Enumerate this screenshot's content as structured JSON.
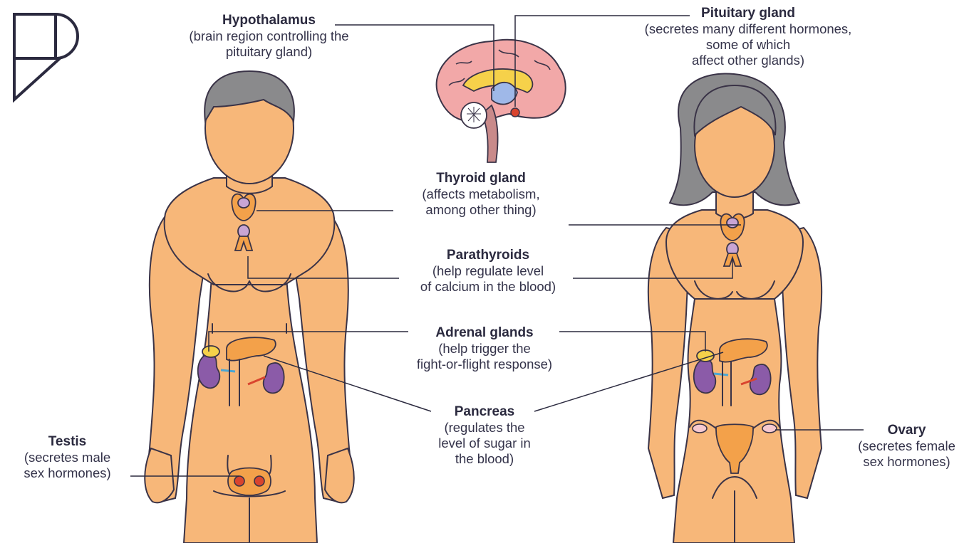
{
  "labels": {
    "hypothalamus": {
      "title": "Hypothalamus",
      "desc": "(brain region controlling the\npituitary gland)"
    },
    "pituitary": {
      "title": "Pituitary gland",
      "desc": "(secretes many different hormones,\nsome of which\naffect other glands)"
    },
    "thyroid": {
      "title": "Thyroid gland",
      "desc": "(affects metabolism,\namong other thing)"
    },
    "parathyroids": {
      "title": "Parathyroids",
      "desc": "(help regulate level\nof calcium in the blood)"
    },
    "adrenal": {
      "title": "Adrenal glands",
      "desc": "(help trigger the\nfight-or-flight response)"
    },
    "pancreas": {
      "title": "Pancreas",
      "desc": "(regulates the\nlevel of sugar in\nthe blood)"
    },
    "testis": {
      "title": "Testis",
      "desc": "(secretes male\nsex hormones)"
    },
    "ovary": {
      "title": "Ovary",
      "desc": "(secretes female\nsex hormones)"
    }
  },
  "colors": {
    "skin": "#f7b779",
    "hair": "#8a8a8c",
    "outline": "#3a3347",
    "brain": "#f2a8a8",
    "thyroid": "#f3a14a",
    "parathyroid": "#c9a5d4",
    "kidney": "#8b5ba8",
    "pancreas": "#f3a14a",
    "pituitary": "#d9442e"
  },
  "icons": {
    "logo": "brand-logo-icon"
  }
}
